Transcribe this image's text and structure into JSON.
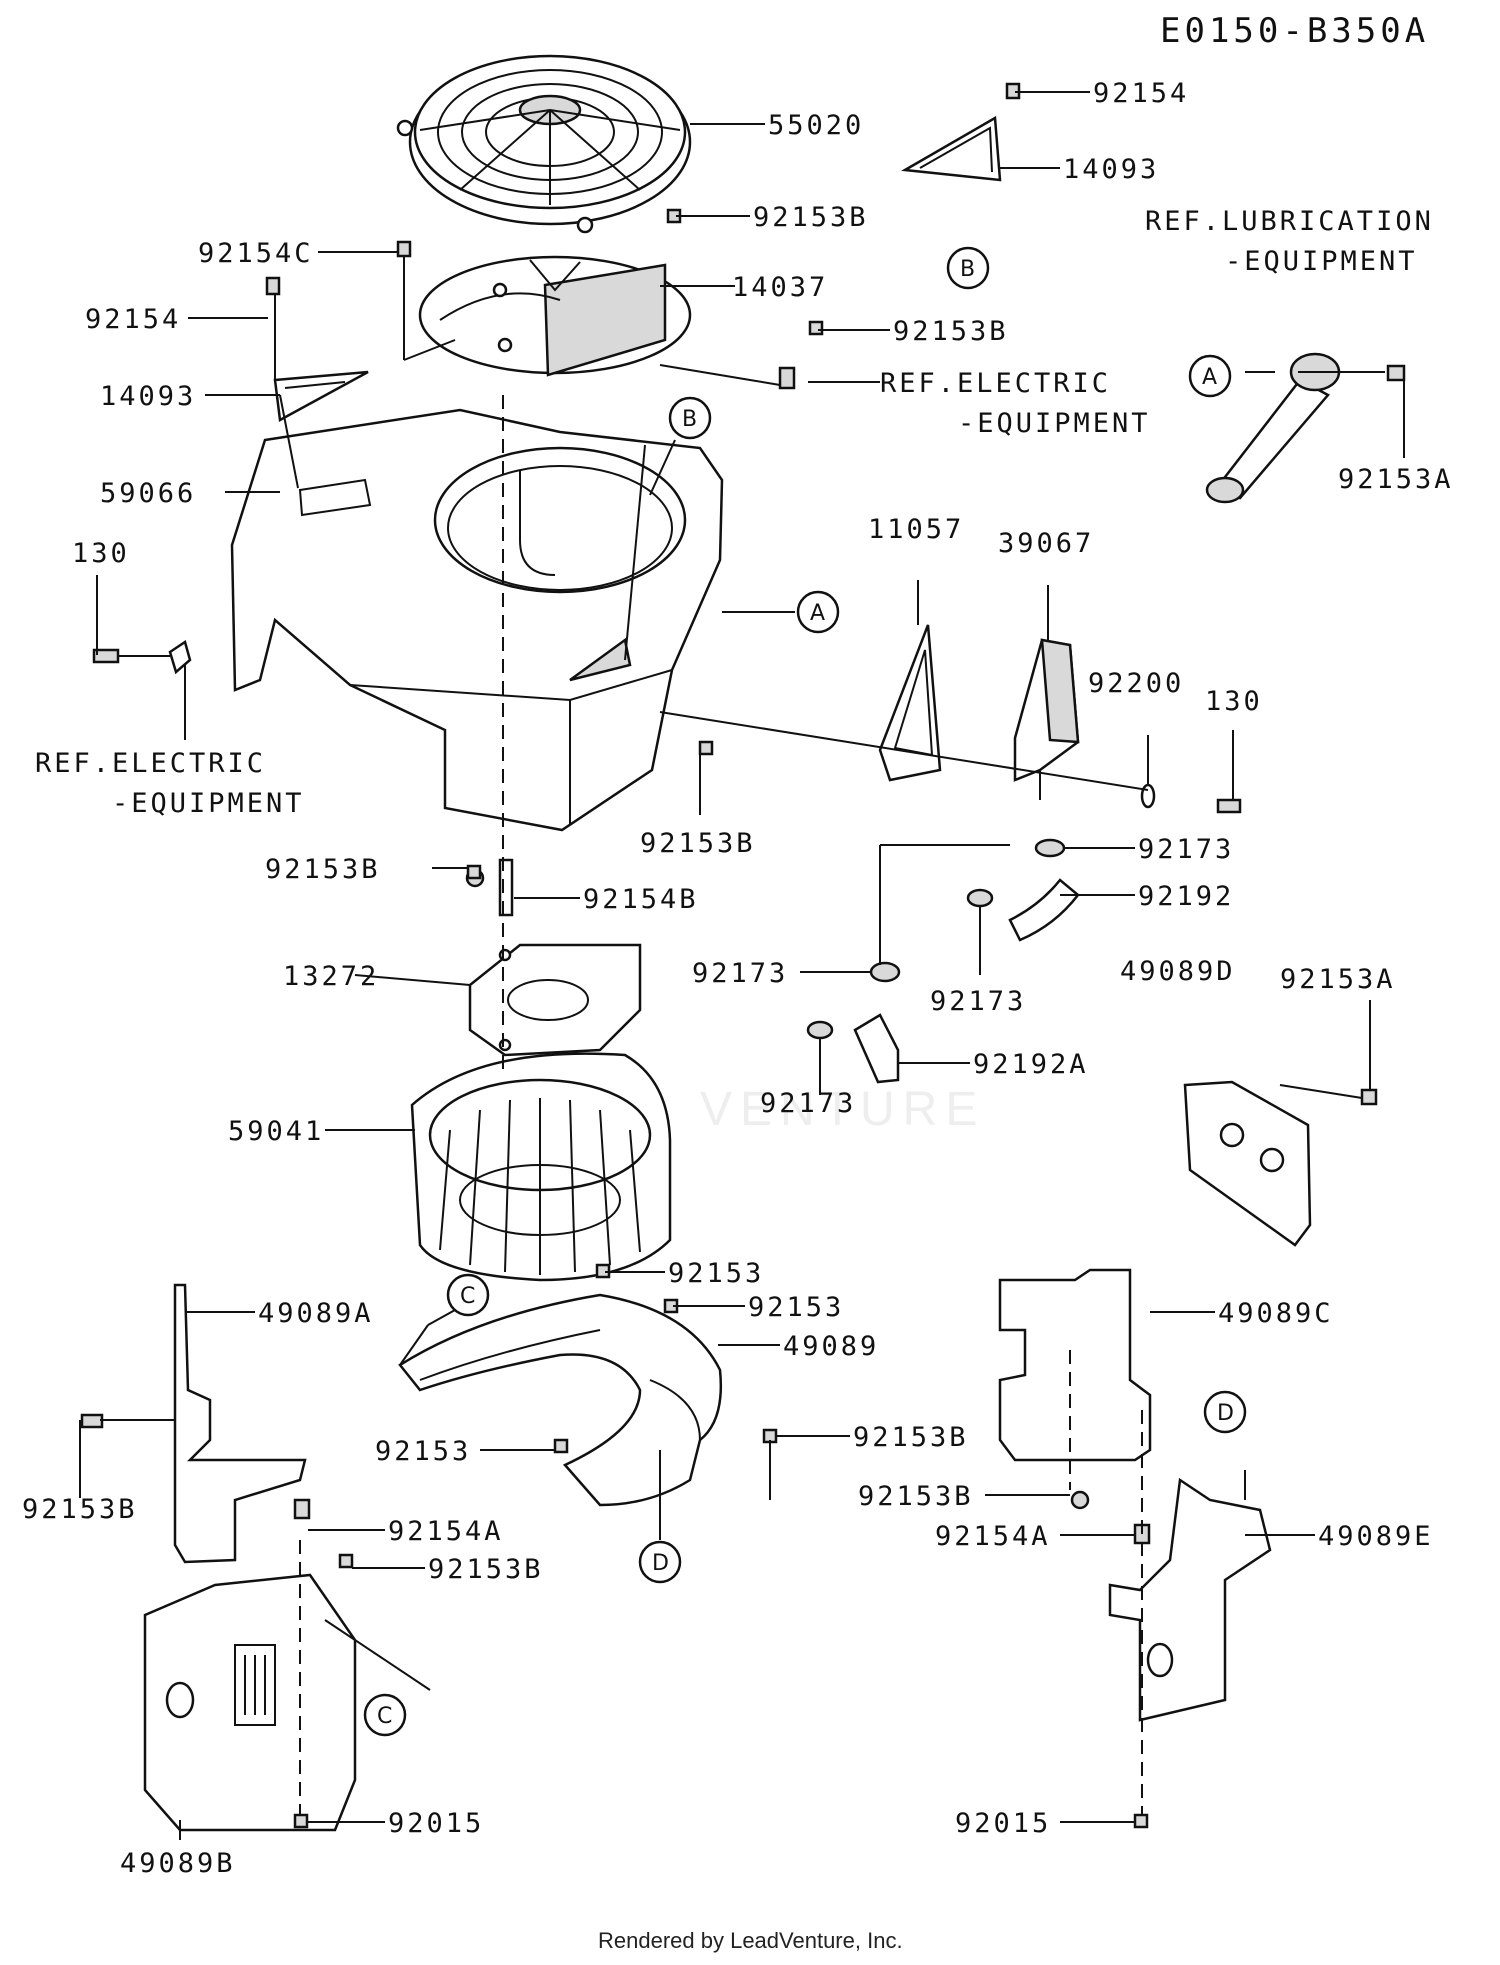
{
  "diagram_code": "E0150-B350A",
  "footer": "Rendered by LeadVenture, Inc.",
  "watermark": "VENTURE",
  "callouts": {
    "p55020": "55020",
    "p92154_top": "92154",
    "p14093_top": "14093",
    "p92153B_fan": "92153B",
    "p92154C": "92154C",
    "p14037": "14037",
    "p92154_left": "92154",
    "p14093_left": "14093",
    "p92153B_elec": "92153B",
    "p59066": "59066",
    "p130_left": "130",
    "p92153A_right": "92153A",
    "p11057": "11057",
    "p39067": "39067",
    "p92200": "92200",
    "p130_right": "130",
    "p92153B_mid": "92153B",
    "p92153B_left": "92153B",
    "p92154B": "92154B",
    "p92173_a": "92173",
    "p92192": "92192",
    "p13272": "13272",
    "p92173_b": "92173",
    "p92173_c": "92173",
    "p92192A": "92192A",
    "p92173_d": "92173",
    "p49089D": "49089D",
    "p92153A_lower": "92153A",
    "p59041": "59041",
    "p92153_a": "92153",
    "p92153_b": "92153",
    "p49089A": "49089A",
    "p49089": "49089",
    "p49089C": "49089C",
    "p92153B_ll": "92153B",
    "p92153_c": "92153",
    "p92153B_lr": "92153B",
    "p92153B_rc": "92153B",
    "p92154A_left": "92154A",
    "p92153B_cov": "92153B",
    "p92154A_right": "92154A",
    "p49089E": "49089E",
    "p92015_left": "92015",
    "p92015_right": "92015",
    "p49089B": "49089B"
  },
  "references": {
    "lubrication_1": "REF.LUBRICATION",
    "lubrication_2": "-EQUIPMENT",
    "electric_top_1": "REF.ELECTRIC",
    "electric_top_2": "-EQUIPMENT",
    "electric_left_1": "REF.ELECTRIC",
    "electric_left_2": "-EQUIPMENT"
  },
  "markers": {
    "A": "A",
    "B": "B",
    "C": "C",
    "D": "D"
  }
}
